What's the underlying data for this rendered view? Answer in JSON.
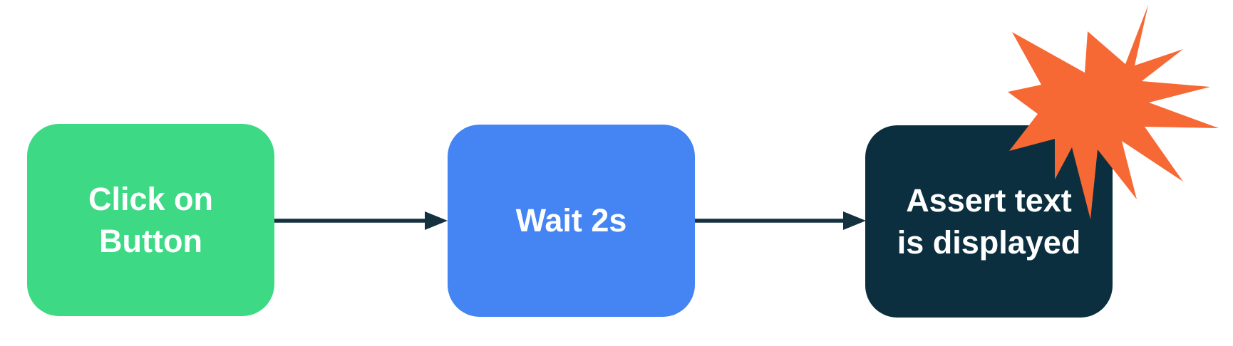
{
  "diagram": {
    "background_color": "#ffffff",
    "nodes": [
      {
        "id": "click-on-button",
        "label": "Click on\nButton",
        "color": "#3DD985",
        "text_color": "#ffffff"
      },
      {
        "id": "wait-2s",
        "label": "Wait 2s",
        "color": "#4484F3",
        "text_color": "#ffffff"
      },
      {
        "id": "assert-text-is-displayed",
        "label": "Assert text\nis displayed",
        "color": "#0C2F40",
        "text_color": "#ffffff"
      }
    ],
    "connectors": [
      {
        "from": "click-on-button",
        "to": "wait-2s",
        "color": "#14313F"
      },
      {
        "from": "wait-2s",
        "to": "assert-text-is-displayed",
        "color": "#14313F"
      }
    ],
    "burst": {
      "icon": "explosion-starburst-icon",
      "color": "#F76934"
    }
  }
}
